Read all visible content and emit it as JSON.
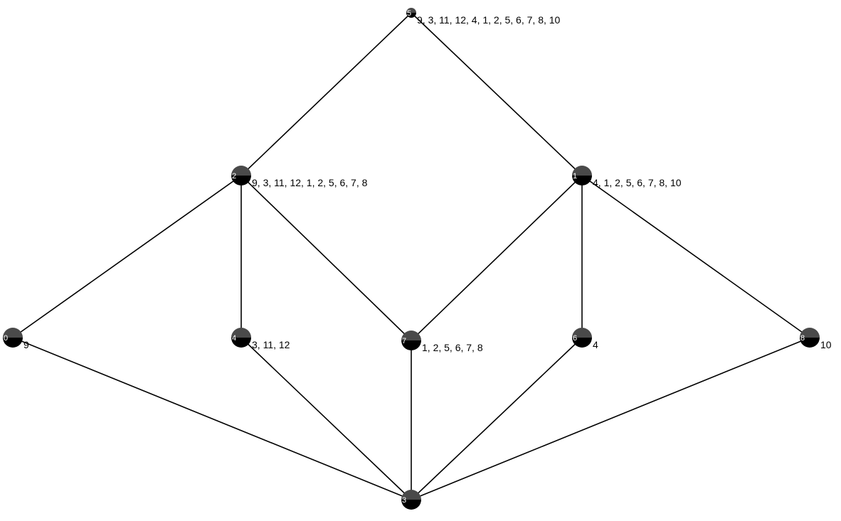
{
  "diagram": {
    "colors": {
      "node_top": "#4a4a4a",
      "node_bottom": "#000000",
      "edge": "#000000",
      "id_text": "#ffffff",
      "label_text": "#000000"
    },
    "nodes": [
      {
        "id": "5",
        "label": "9, 3, 11, 12, 4, 1, 2, 5, 6, 7, 8, 10"
      },
      {
        "id": "2",
        "label": "9, 3, 11, 12, 1, 2, 5, 6, 7, 8"
      },
      {
        "id": "1",
        "label": "4, 1, 2, 5, 6, 7, 8, 10"
      },
      {
        "id": "0",
        "label": "9"
      },
      {
        "id": "4",
        "label": "3, 11, 12"
      },
      {
        "id": "7",
        "label": "1, 2, 5, 6, 7, 8"
      },
      {
        "id": "6",
        "label": "4"
      },
      {
        "id": "8",
        "label": "10"
      },
      {
        "id": "3",
        "label": ""
      }
    ],
    "edges": [
      [
        "5",
        "2"
      ],
      [
        "5",
        "1"
      ],
      [
        "2",
        "0"
      ],
      [
        "2",
        "4"
      ],
      [
        "2",
        "7"
      ],
      [
        "1",
        "7"
      ],
      [
        "1",
        "6"
      ],
      [
        "1",
        "8"
      ],
      [
        "0",
        "3"
      ],
      [
        "4",
        "3"
      ],
      [
        "7",
        "3"
      ],
      [
        "6",
        "3"
      ],
      [
        "8",
        "3"
      ]
    ]
  }
}
